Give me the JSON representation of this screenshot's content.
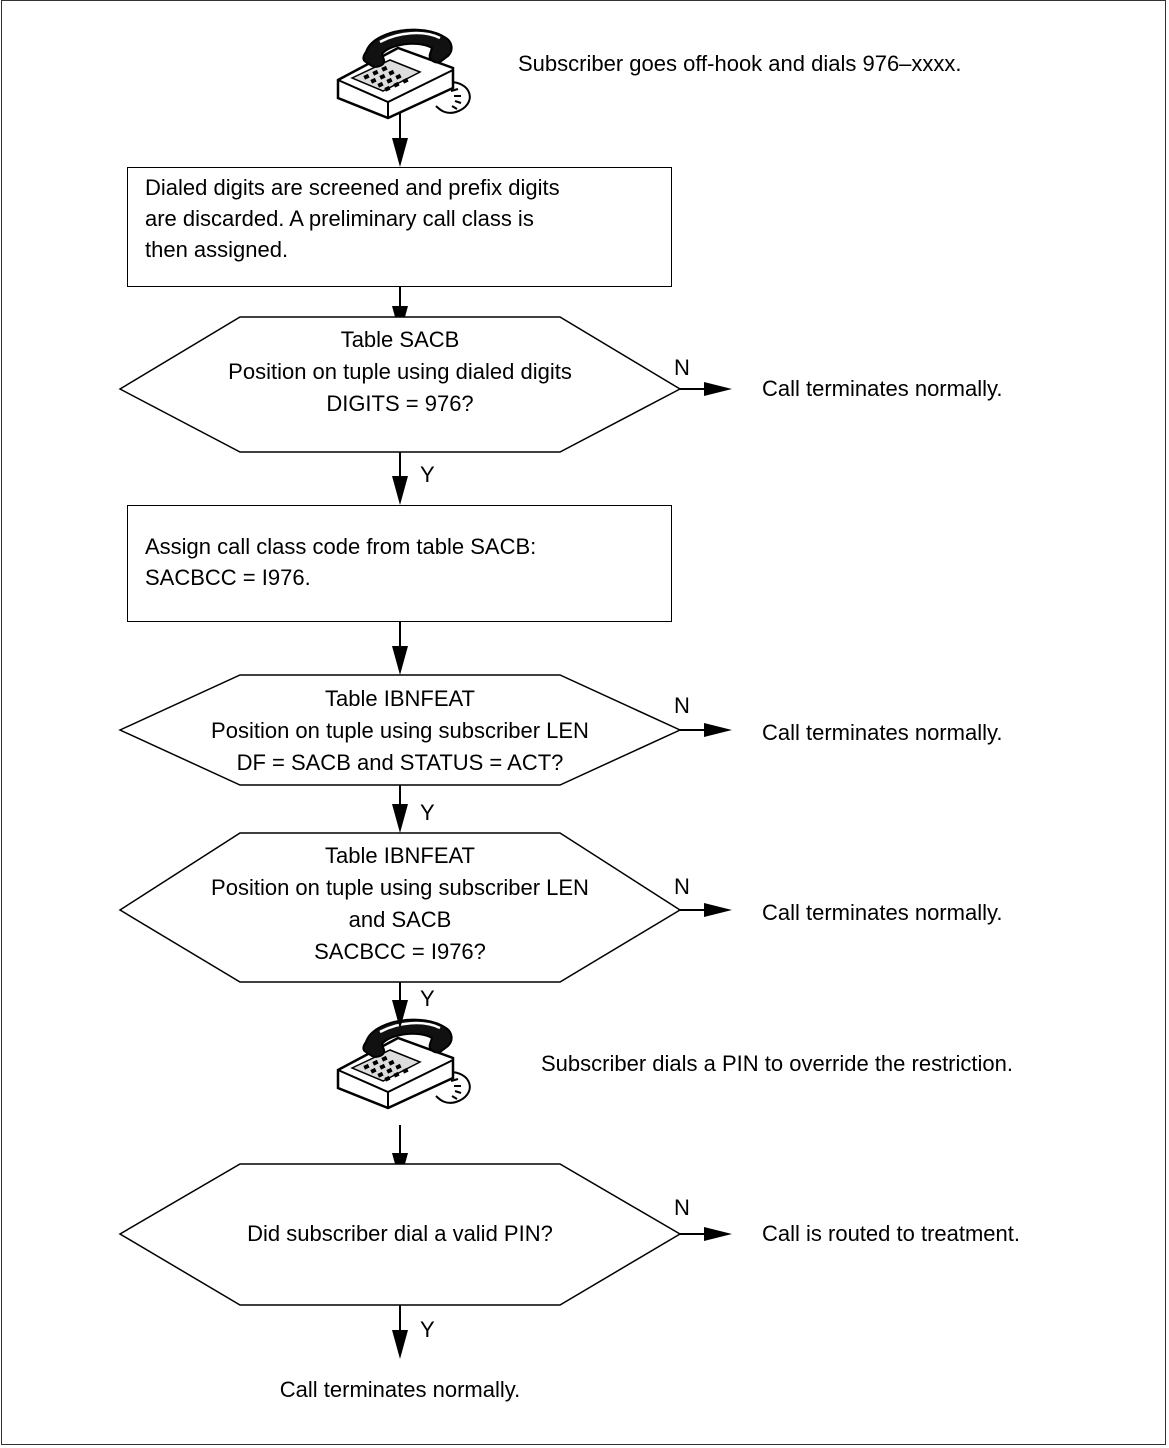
{
  "step1": {
    "icon": "telephone-icon",
    "text": "Subscriber goes off-hook and dials 976–xxxx."
  },
  "step2": {
    "lines": [
      "Dialed digits are screened and prefix digits",
      "are discarded.  A preliminary call class is",
      "then assigned."
    ]
  },
  "decision1": {
    "lines": [
      "Table SACB",
      "Position on tuple using dialed digits",
      "DIGITS = 976?"
    ],
    "no_label": "N",
    "no_result": "Call terminates normally.",
    "yes_label": "Y"
  },
  "step3": {
    "lines": [
      "Assign call class code from table SACB:",
      "SACBCC = I976."
    ]
  },
  "decision2": {
    "lines": [
      "Table IBNFEAT",
      "Position on tuple using subscriber LEN",
      "DF = SACB and STATUS = ACT?"
    ],
    "no_label": "N",
    "no_result": "Call terminates normally.",
    "yes_label": "Y"
  },
  "decision3": {
    "lines": [
      "Table IBNFEAT",
      "Position on tuple using subscriber LEN",
      "and SACB",
      "SACBCC = I976?"
    ],
    "no_label": "N",
    "no_result": "Call terminates normally.",
    "yes_label": "Y"
  },
  "step4": {
    "icon": "telephone-icon",
    "text": "Subscriber dials a PIN to override the restriction."
  },
  "decision4": {
    "lines": [
      "Did subscriber dial a valid PIN?"
    ],
    "no_label": "N",
    "no_result": "Call is routed to treatment.",
    "yes_label": "Y"
  },
  "end": {
    "text": "Call terminates normally."
  }
}
